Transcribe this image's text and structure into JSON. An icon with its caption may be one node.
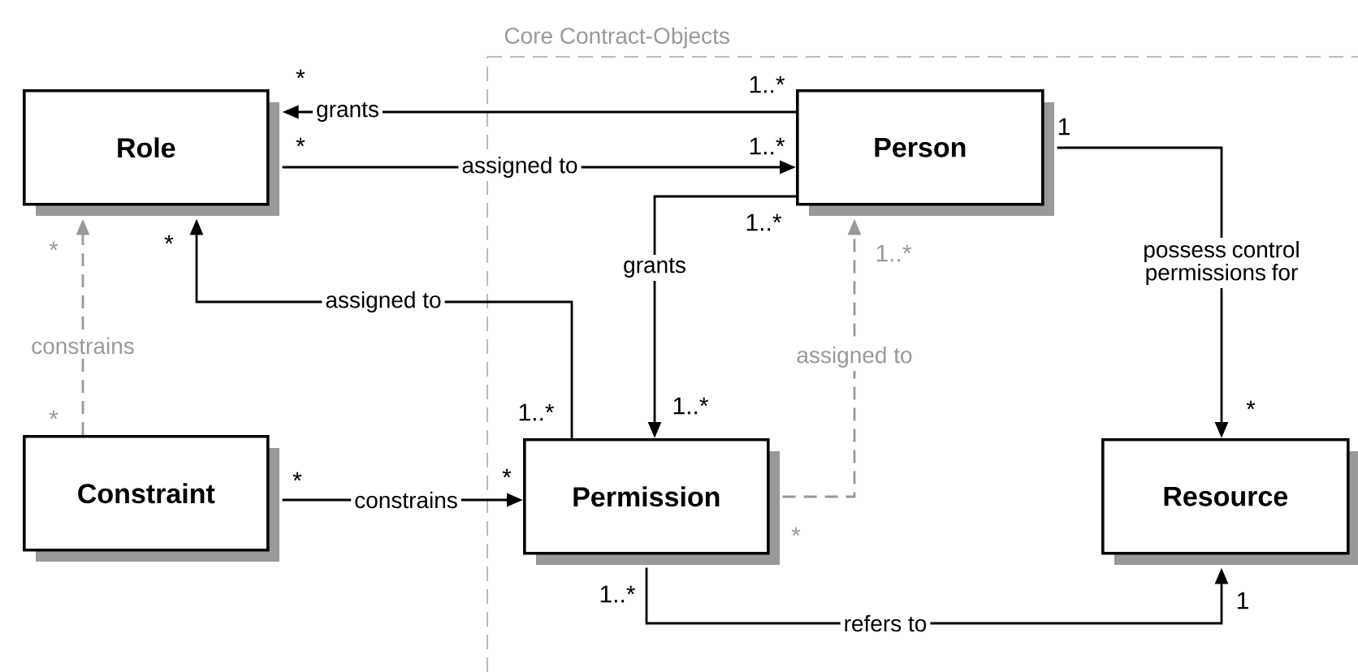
{
  "diagram": {
    "nodes": [
      {
        "text": [
          "Role"
        ]
      },
      {
        "text": [
          "Core Contract-Objects"
        ]
      },
      {
        "text": [
          "Person"
        ],
        "in": 1
      },
      {
        "text": [
          "Constraint"
        ]
      },
      {
        "text": [
          "Permission"
        ],
        "in": 1
      },
      {
        "text": [
          "Resource"
        ],
        "in": 1
      }
    ],
    "edges": [
      {
        "from": 2,
        "to": 0,
        "arrow": "to",
        "label": "grants"
      },
      {
        "from": 0,
        "to": 2,
        "arrow": "to",
        "label": "assigned to"
      },
      {
        "from": 2,
        "to": 4,
        "arrow": "to",
        "label": "grants"
      },
      {
        "from": 4,
        "to": 0,
        "arrow": "to",
        "label": "assigned to"
      },
      {
        "from": 3,
        "to": 0,
        "arrow": "to",
        "label": "constrains",
        "style": "dashed",
        "color": "#999999"
      },
      {
        "from": 4,
        "to": 2,
        "arrow": "to",
        "label": "assigned to",
        "style": "dashed",
        "color": "#999999"
      },
      {
        "from": 3,
        "to": 4,
        "arrow": "to",
        "label": "constrains"
      },
      {
        "from": 2,
        "to": 5,
        "arrow": "to",
        "label": "possess control permissions for"
      },
      {
        "from": 4,
        "to": 5,
        "arrow": "to",
        "label": "refers to"
      }
    ],
    "labels": [
      "*",
      "1..*",
      "1",
      "*",
      "1..*",
      "1..*",
      "*",
      "*",
      "1..*",
      "*",
      "1..*",
      "1..*",
      "*",
      "*",
      "*",
      "*",
      "1..*",
      "1"
    ]
  }
}
